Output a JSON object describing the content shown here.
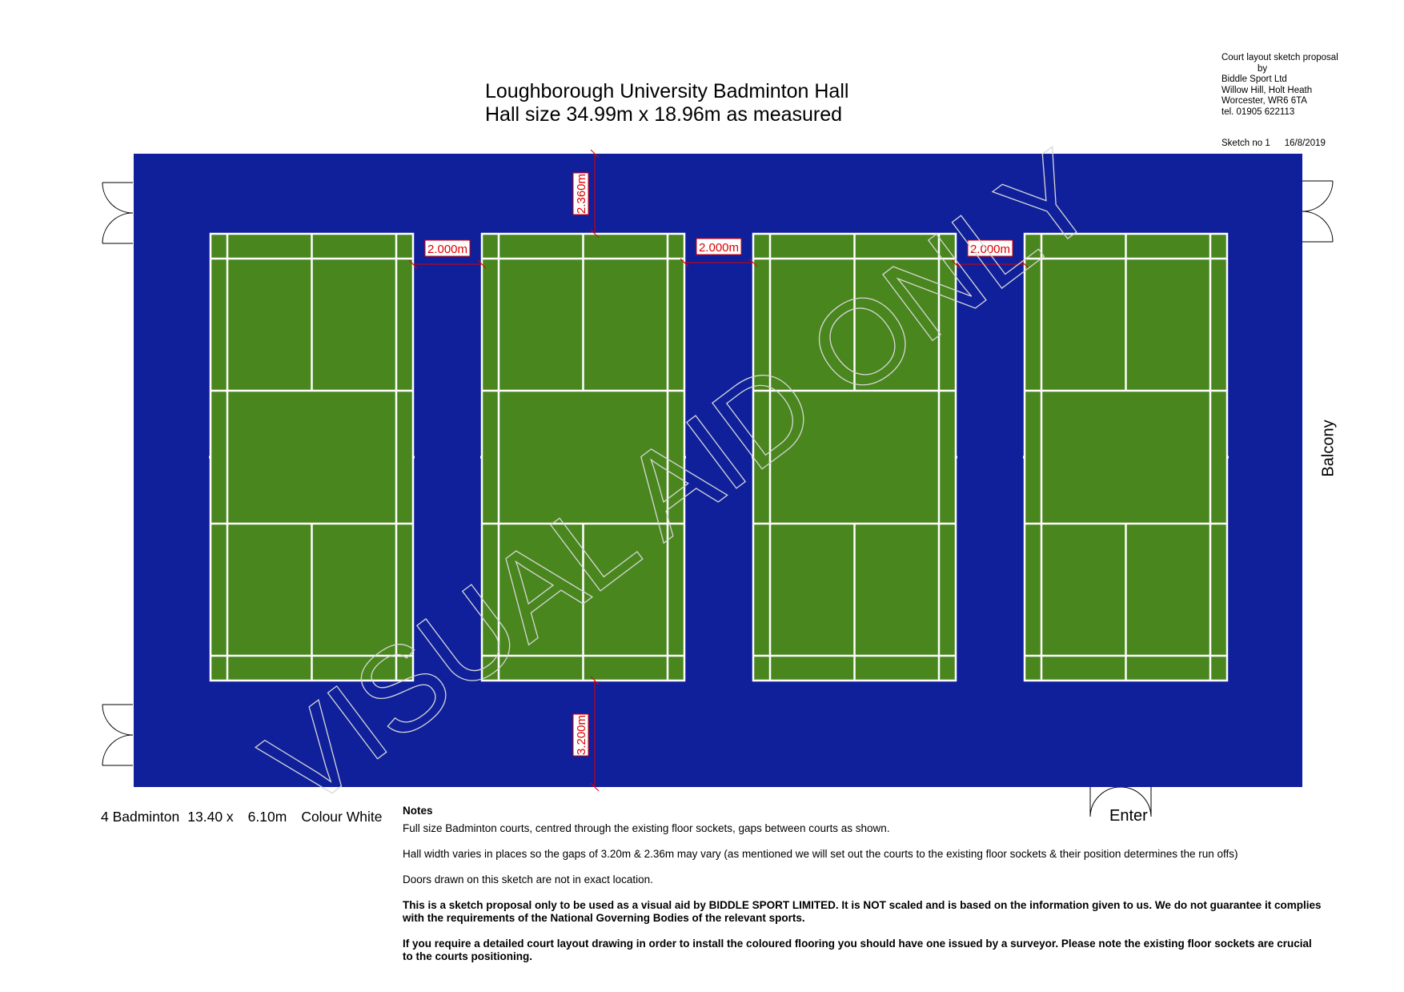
{
  "header": {
    "title_line1": "Loughborough University Badminton Hall",
    "title_line2": "Hall size 34.99m x 18.96m as measured"
  },
  "company": {
    "lines": [
      "Court layout sketch proposal",
      "by",
      "Biddle Sport Ltd",
      "Willow Hill, Holt Heath",
      "Worcester, WR6 6TA",
      "tel. 01905 622113"
    ]
  },
  "sketch": {
    "number": "Sketch no 1",
    "date": "16/8/2019"
  },
  "labels": {
    "balcony": "Balcony",
    "enter": "Enter",
    "watermark": "VISUAL AID ONLY"
  },
  "dimensions": {
    "gap": "2.000m",
    "top_runoff": "2.360m",
    "bottom_runoff": "3.200m"
  },
  "spec": {
    "count": "4 Badminton",
    "size_a": "13.40 x",
    "size_b": "6.10m",
    "colour": "Colour White"
  },
  "colors": {
    "floor": "#0f209a",
    "court": "#49861e",
    "lines": "#ffffff",
    "dimension": "#e00000"
  },
  "courts": {
    "count": 4
  },
  "notes": {
    "heading": "Notes",
    "items": [
      "Full size Badminton courts, centred through the existing floor sockets, gaps between courts as shown.",
      "Hall width varies in places so the gaps of 3.20m & 2.36m may vary (as mentioned we will set out the courts to the existing floor sockets & their position determines the run offs)",
      "Doors drawn on this sketch are not in exact location.",
      "This is a sketch proposal only to be used as a visual aid by BIDDLE SPORT LIMITED. It is NOT scaled and is based on the information given to us. We do not guarantee it complies with the requirements of the National Governing Bodies of the relevant sports.",
      "If you require a detailed court layout drawing in order to install the coloured flooring you should have one issued by a surveyor. Please note the existing floor sockets are crucial to the courts positioning."
    ]
  }
}
